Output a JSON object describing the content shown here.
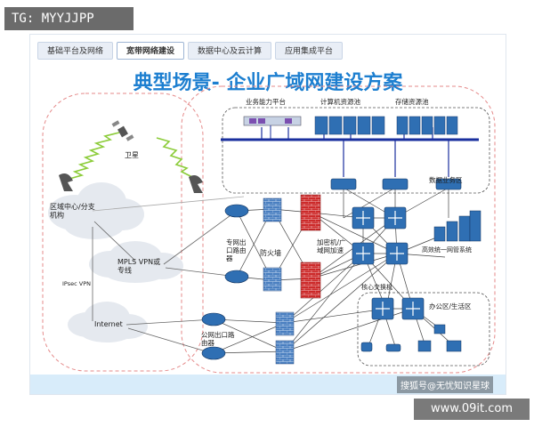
{
  "watermarks": {
    "top_left": "TG: MYYJJPP",
    "bottom_right": "www.09it.com",
    "source": "搜狐号@无忧知识星球"
  },
  "tabs": [
    {
      "label": "基础平台及网络",
      "active": false
    },
    {
      "label": "宽带网络建设",
      "active": true
    },
    {
      "label": "数据中心及云计算",
      "active": false
    },
    {
      "label": "应用集成平台",
      "active": false
    }
  ],
  "title": "典型场景- 企业广域网建设方案",
  "labels": {
    "satellite": "卫星",
    "regional": "区域中心/分支\n机构",
    "mpls": "MPLS VPN或\n专线",
    "ipsec": "IPsec VPN",
    "internet": "Internet",
    "private_exit": "专网出\n口路由\n器",
    "firewall": "防火墙",
    "accel": "加密机/广\n域网加速",
    "public_exit": "公网出口路\n由器",
    "biz_platform": "业务能力平台",
    "compute_pool": "计算机资源池",
    "storage_pool": "存储资源池",
    "data_zone": "数据业务区",
    "efficient": "高效统一网管系统",
    "core": "核心交换机",
    "office": "办公区/生活区"
  },
  "colors": {
    "title": "#1d7fd0",
    "device_blue": "#2f6fb3",
    "firewall_blue": "#4a7fc0",
    "accel_red": "#cc2a2a",
    "cloud": "#e5e9ef",
    "zone_border": "#e58a8a",
    "bus": "#1a2f9e",
    "wireless": "#8ccc3a"
  }
}
